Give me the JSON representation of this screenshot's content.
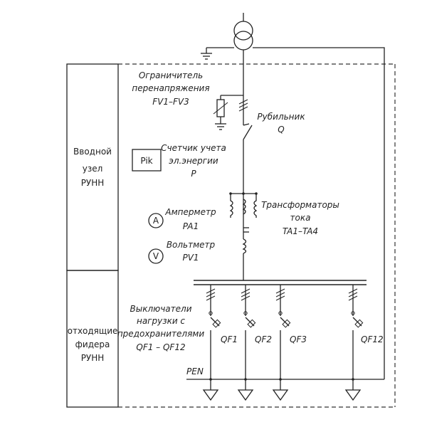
{
  "blocks": {
    "input_node": [
      "Вводной",
      "узел",
      "РУНН"
    ],
    "outgoing_feeders": [
      "отходящие",
      "фидера",
      "РУНН"
    ]
  },
  "labels": {
    "surge_limiter": [
      "Ограничитель",
      "перенапряжения",
      "FV1–FV3"
    ],
    "switch": [
      "Рубильник",
      "Q"
    ],
    "meter": [
      "Счетчик учета",
      "эл.энергии",
      "P"
    ],
    "meter_box": "Pik",
    "ammeter": [
      "Амперметр",
      "PA1"
    ],
    "ammeter_symbol": "A",
    "current_transformers": [
      "Трансформаторы",
      "тока",
      "TA1–TA4"
    ],
    "voltmeter": [
      "Вольтметр",
      "PV1"
    ],
    "voltmeter_symbol": "V",
    "load_switches": [
      "Выключатели",
      "нагрузки с",
      "предохранителями",
      "QF1 – QF12"
    ],
    "pen": "PEN"
  },
  "feeders": [
    "QF1",
    "QF2",
    "QF3",
    "QF12"
  ]
}
